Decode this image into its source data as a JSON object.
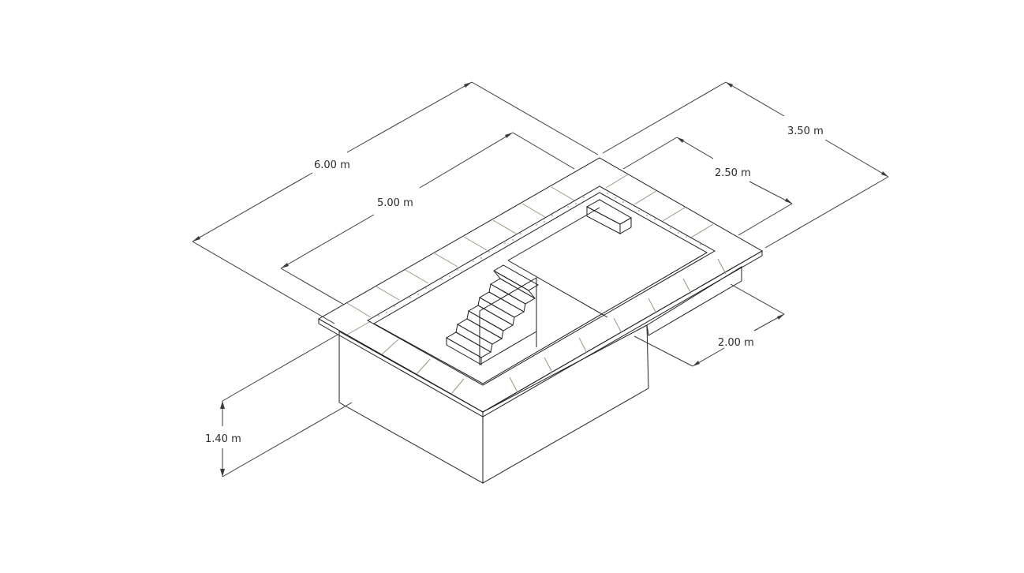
{
  "dimensions": {
    "total_length": "6.00 m",
    "inner_length": "5.00 m",
    "total_width": "3.50 m",
    "inner_width": "2.50 m",
    "step_section_width": "2.00 m",
    "depth": "1.40 m"
  },
  "colors": {
    "coping": "#b5ad97",
    "coping_dark": "#9f9880",
    "water": "#72b3cd",
    "water_dark": "#5e9fba",
    "mosaic": "#a9b8c8",
    "wall_left": "#c9c9c9",
    "wall_right": "#a9a9a9",
    "steps_top": "#7cbbd3",
    "steps_front": "#5c9fbb"
  }
}
